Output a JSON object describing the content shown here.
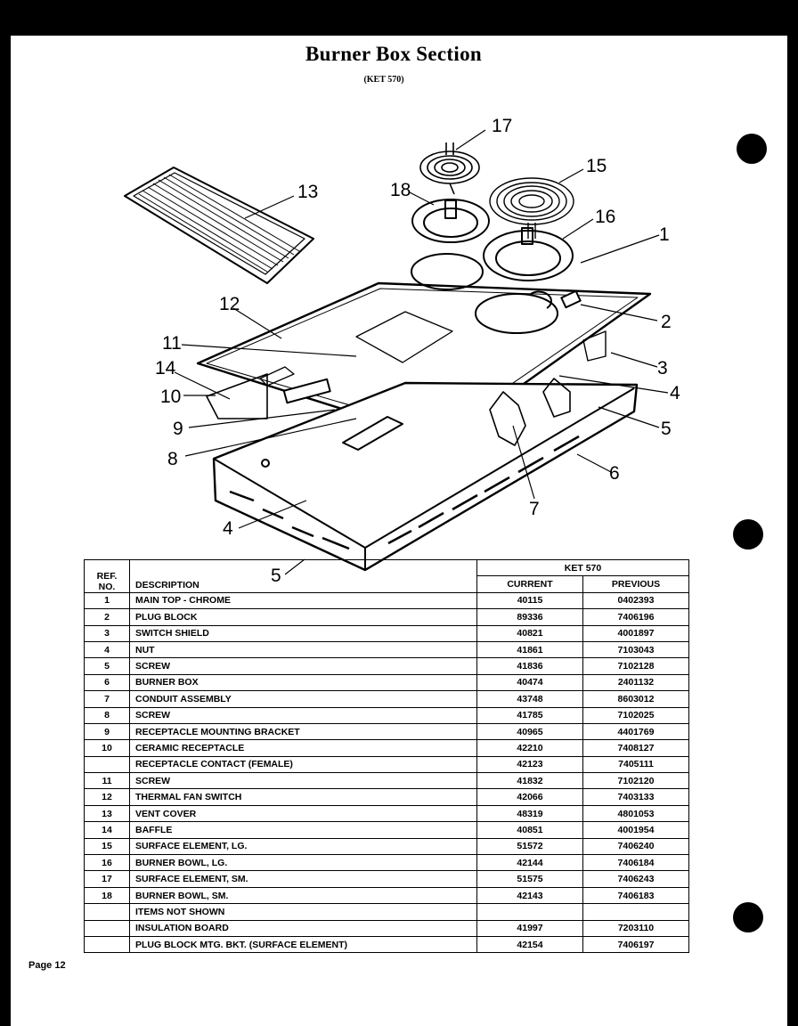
{
  "title": "Burner Box Section",
  "subtitle": "(KET 570)",
  "callouts": [
    "17",
    "15",
    "13",
    "18",
    "16",
    "1",
    "12",
    "2",
    "11",
    "3",
    "14",
    "4",
    "10",
    "5",
    "9",
    "8",
    "6",
    "7",
    "4",
    "5"
  ],
  "table": {
    "header_ref": "REF.",
    "header_no": "NO.",
    "header_desc": "DESCRIPTION",
    "header_model": "KET 570",
    "header_current": "CURRENT",
    "header_previous": "PREVIOUS",
    "rows": [
      {
        "ref": "1",
        "desc": "MAIN TOP - CHROME",
        "current": "40115",
        "previous": "0402393"
      },
      {
        "ref": "2",
        "desc": "PLUG BLOCK",
        "current": "89336",
        "previous": "7406196"
      },
      {
        "ref": "3",
        "desc": "SWITCH SHIELD",
        "current": "40821",
        "previous": "4001897"
      },
      {
        "ref": "4",
        "desc": "NUT",
        "current": "41861",
        "previous": "7103043"
      },
      {
        "ref": "5",
        "desc": "SCREW",
        "current": "41836",
        "previous": "7102128"
      },
      {
        "ref": "6",
        "desc": "BURNER BOX",
        "current": "40474",
        "previous": "2401132"
      },
      {
        "ref": "7",
        "desc": "CONDUIT ASSEMBLY",
        "current": "43748",
        "previous": "8603012"
      },
      {
        "ref": "8",
        "desc": "SCREW",
        "current": "41785",
        "previous": "7102025"
      },
      {
        "ref": "9",
        "desc": "RECEPTACLE MOUNTING BRACKET",
        "current": "40965",
        "previous": "4401769"
      },
      {
        "ref": "10",
        "desc": "CERAMIC RECEPTACLE",
        "current": "42210",
        "previous": "7408127"
      },
      {
        "ref": "",
        "desc": "RECEPTACLE CONTACT (FEMALE)",
        "current": "42123",
        "previous": "7405111"
      },
      {
        "ref": "11",
        "desc": "SCREW",
        "current": "41832",
        "previous": "7102120"
      },
      {
        "ref": "12",
        "desc": "THERMAL FAN SWITCH",
        "current": "42066",
        "previous": "7403133"
      },
      {
        "ref": "13",
        "desc": "VENT COVER",
        "current": "48319",
        "previous": "4801053"
      },
      {
        "ref": "14",
        "desc": "BAFFLE",
        "current": "40851",
        "previous": "4001954"
      },
      {
        "ref": "15",
        "desc": "SURFACE ELEMENT, LG.",
        "current": "51572",
        "previous": "7406240"
      },
      {
        "ref": "16",
        "desc": "BURNER BOWL, LG.",
        "current": "42144",
        "previous": "7406184"
      },
      {
        "ref": "17",
        "desc": "SURFACE ELEMENT, SM.",
        "current": "51575",
        "previous": "7406243"
      },
      {
        "ref": "18",
        "desc": "BURNER BOWL, SM.",
        "current": "42143",
        "previous": "7406183"
      },
      {
        "ref": "",
        "desc": "ITEMS NOT SHOWN",
        "current": "",
        "previous": ""
      },
      {
        "ref": "",
        "desc": "INSULATION BOARD",
        "current": "41997",
        "previous": "7203110"
      },
      {
        "ref": "",
        "desc": "PLUG BLOCK MTG. BKT. (SURFACE ELEMENT)",
        "current": "42154",
        "previous": "7406197"
      }
    ]
  },
  "page_label": "Page 12"
}
